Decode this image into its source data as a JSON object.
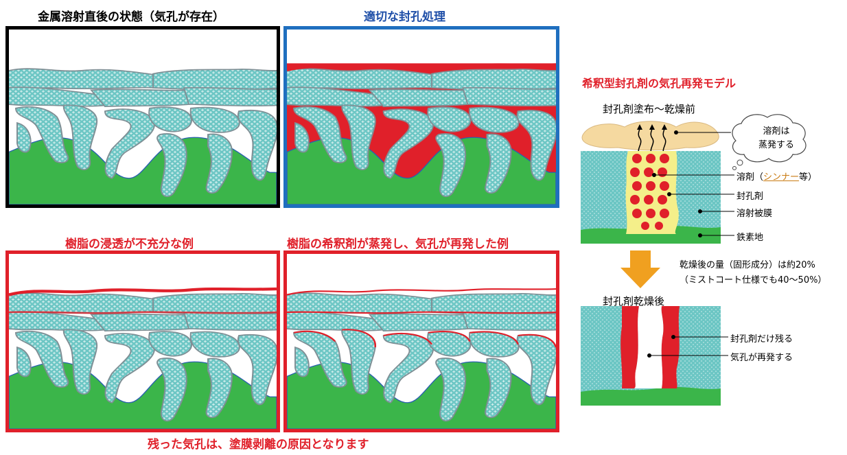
{
  "titles": {
    "panel1": "金属溶射直後の状態（気孔が存在）",
    "panel2": "適切な封孔処理",
    "panel3": "樹脂の浸透が不充分な例",
    "panel4": "樹脂の希釈剤が蒸発し、気孔が再発した例",
    "footer": "残った気孔は、塗膜剥離の原因となります"
  },
  "model": {
    "title": "希釈型封孔剤の気孔再発モデル",
    "before_label": "封孔剤塗布～乾燥前",
    "cloud_text_1": "溶剤は",
    "cloud_text_2": "蒸発する",
    "legend_solvent_prefix": "溶剤（",
    "legend_solvent_link": "シンナー",
    "legend_solvent_suffix": "等）",
    "legend_sealant": "封孔剤",
    "legend_coating": "溶射被膜",
    "legend_substrate": "鉄素地",
    "note_line1": "乾燥後の量（固形成分）は約20%",
    "note_line2": "（ミストコート仕様でも40～50%）",
    "after_label": "封孔剤乾燥後",
    "after_legend_1": "封孔剤だけ残る",
    "after_legend_2": "気孔が再発する"
  },
  "colors": {
    "black": "#000000",
    "blue": "#1f6fbf",
    "red": "#e0202a",
    "coating": "#6cc6c4",
    "substrate": "#3bb54a",
    "arrow": "#f0a020"
  }
}
